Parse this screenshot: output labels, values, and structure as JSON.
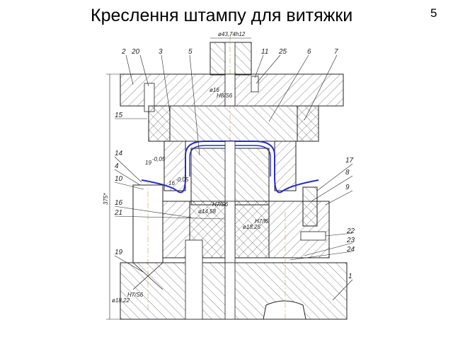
{
  "title": "Креслення штампу для витяжки",
  "page_number": "5",
  "drawing": {
    "part_numbers": [
      "2",
      "20",
      "3",
      "5",
      "11",
      "25",
      "6",
      "7",
      "15",
      "14",
      "4",
      "10",
      "16",
      "21",
      "19",
      "17",
      "8",
      "9",
      "22",
      "23",
      "24",
      "1"
    ],
    "dimensions": {
      "top": "ø43,74h12",
      "d16": "ø16",
      "d16_tol": "H8/S6",
      "w19": "19",
      "w19_tol": "-0,05",
      "w16": "16",
      "w16_tol": "-0,05",
      "d14": "ø14,58",
      "d14_tol": "H7/S6",
      "d18": "ø18,25",
      "d18_tol": "H7/f6",
      "d18b": "ø18,22",
      "d18b_tol": "H7/S6",
      "height": "375*"
    }
  }
}
